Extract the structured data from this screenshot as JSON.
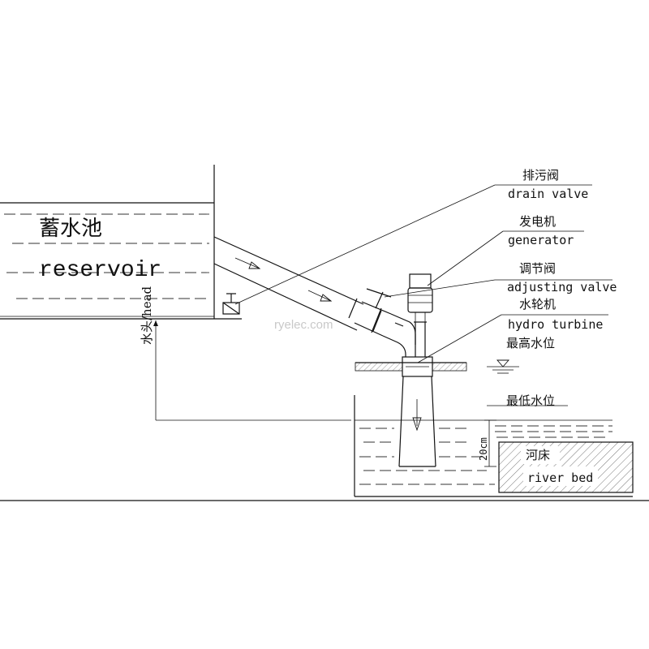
{
  "reservoir": {
    "label_zh": "蓄水池",
    "label_en": "reservoir"
  },
  "head_label": "水头/head",
  "labels": {
    "drain_valve": {
      "zh": "排污阀",
      "en": "drain valve"
    },
    "generator": {
      "zh": "发电机",
      "en": "generator"
    },
    "adjusting_valve": {
      "zh": "调节阀",
      "en": "adjusting valve"
    },
    "hydro_turbine": {
      "zh": "水轮机",
      "en": "hydro turbine"
    },
    "max_water_level": "最高水位",
    "min_water_level": "最低水位",
    "depth": "20cm",
    "river_bed": {
      "zh": "河床",
      "en": "river bed"
    }
  },
  "watermark": "ryelec.com"
}
